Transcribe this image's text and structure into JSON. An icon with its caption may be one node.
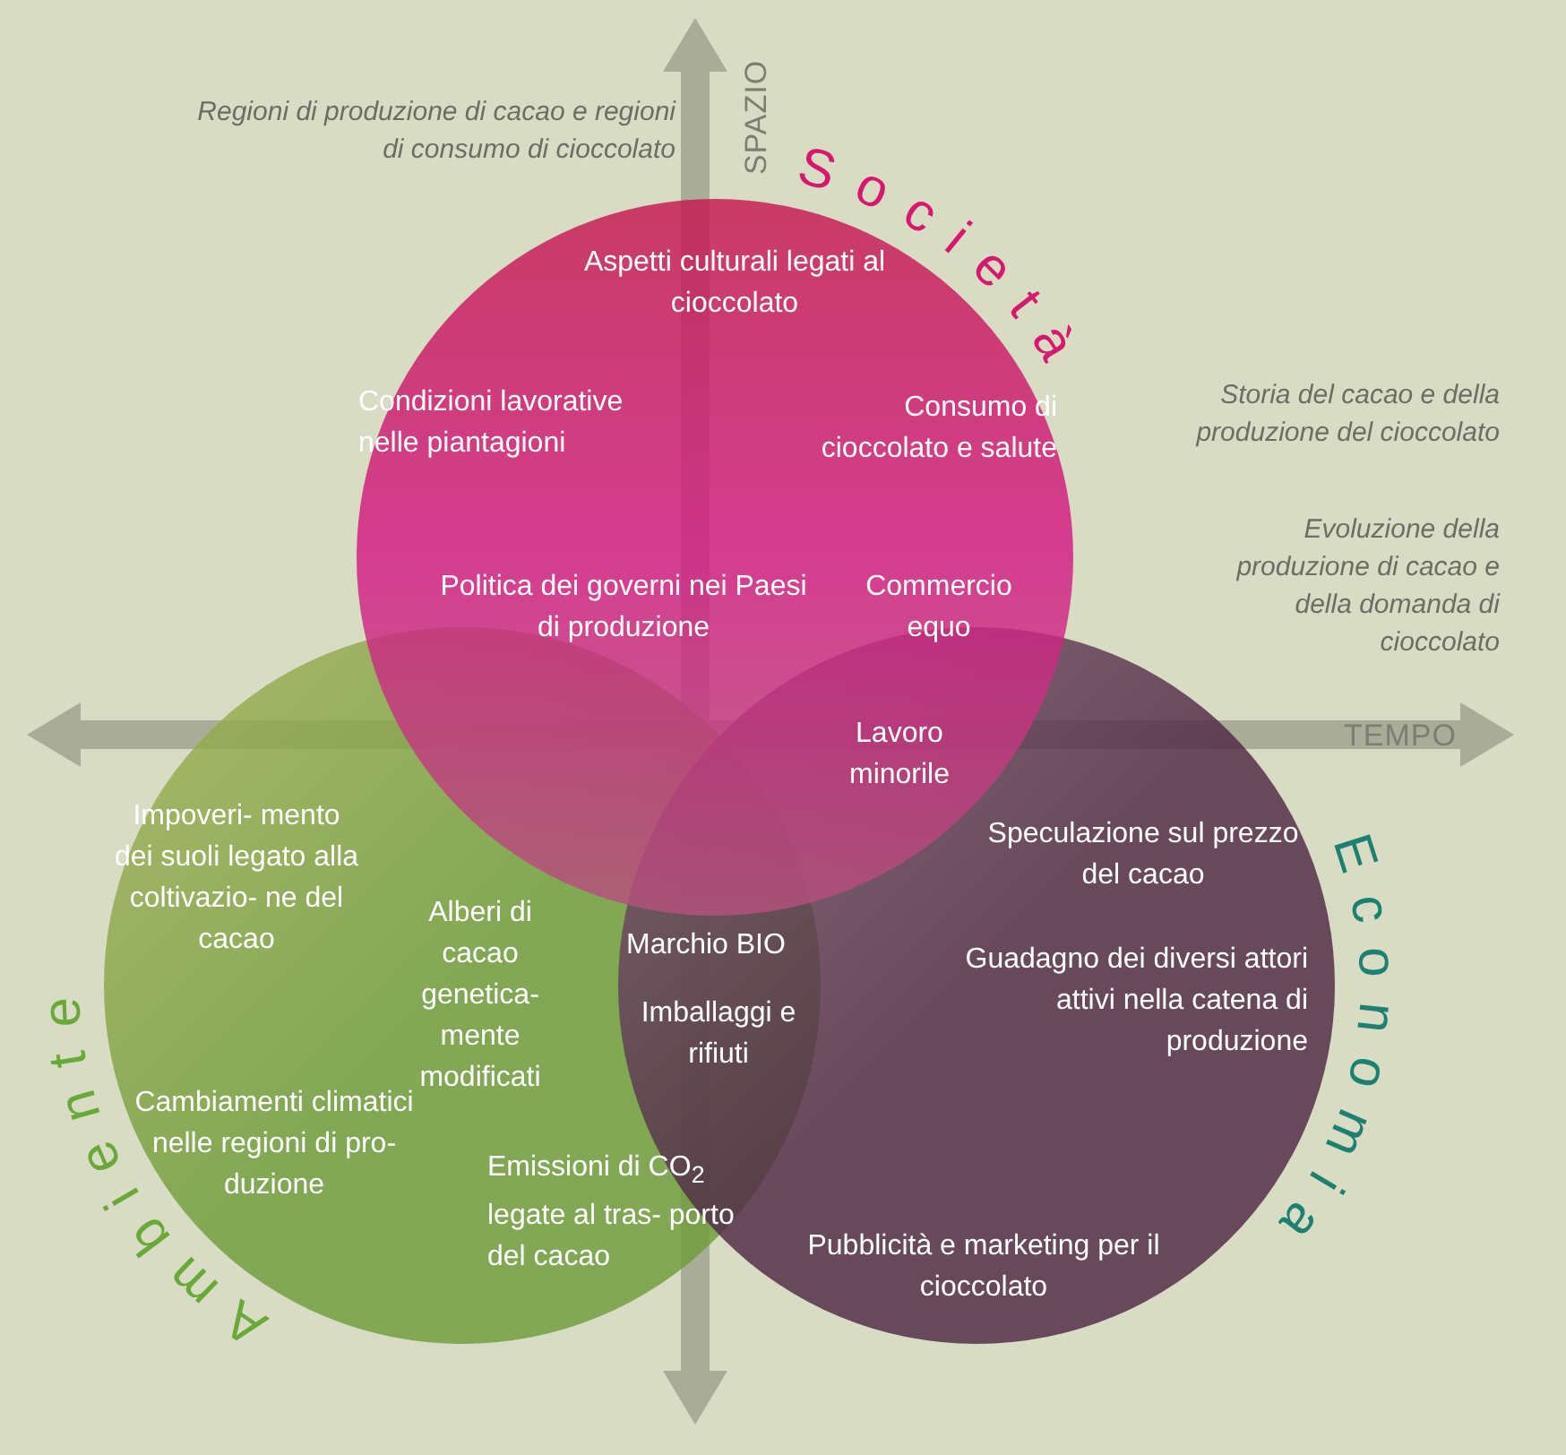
{
  "diagram": {
    "nodes": [
      {
        "text": [
          "Società"
        ]
      },
      {
        "text": [
          "Ambiente"
        ]
      },
      {
        "text": [
          "Economia"
        ]
      }
    ],
    "labels": [
      "Regioni di produzione di cacao e regioni di consumo di cioccolato",
      "SPAZIO",
      "Aspetti culturali legati al cioccolato",
      "Condizioni lavorative nelle piantagioni",
      "Consumo di cioccolato e salute",
      "Storia del cacao e della produzione del cioccolato",
      "Evoluzione della produzione di cacao e della domanda di cioccolato",
      "Politica dei governi nei Paesi di produzione",
      "Commercio equo",
      "TEMPO",
      "Lavoro minorile",
      "Speculazione sul prezzo del cacao",
      "Impoveri- mento dei suoli legato alla coltivazio- ne del cacao",
      "Alberi di cacao genetica- mente modificati",
      "Marchio BIO",
      "Guadagno dei diversi attori attivi nella catena di produzione",
      "Imballaggi e rifiuti",
      "Cambiamenti climatici nelle regioni di pro- duzione",
      "Emissioni di CO$_{2}$ legate al tras- porto del cacao",
      "Pubblicità e marketing per il cioccolato"
    ]
  }
}
